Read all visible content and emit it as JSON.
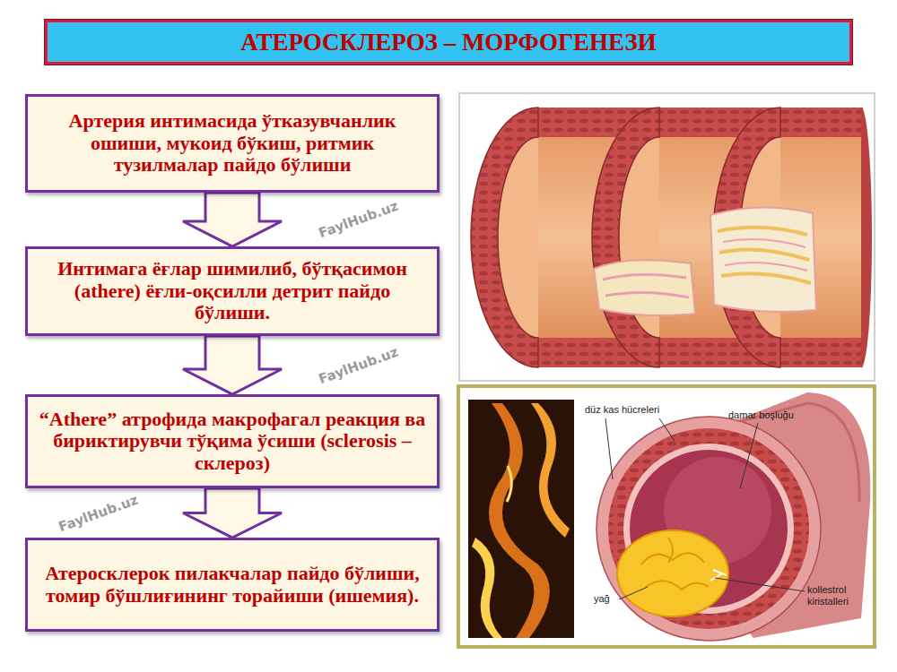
{
  "diagram": {
    "title": "АТЕРОСКЛЕРОЗ – МОРФОГЕНЕЗИ",
    "nodes": [
      {
        "text": [
          "Артерия интимасида ўтказувчанлик ошиши, мукоид бўкиш, ритмик тузилмалар пайдо бўлиши"
        ]
      },
      {
        "text": [
          "Интимага ёғлар шимилиб, бўтқасимон (athere) ёғли-оқсилли детрит пайдо бўлиши."
        ]
      },
      {
        "text": [
          "“Athere” атрофида макрофагал реакция ва бириктирувчи тўқима ўсиши (sclerosis – склероз)"
        ]
      },
      {
        "text": [
          "Атеросклерок пилакчалар пайдо бўлиши, томир бўшлиғининг торайиши (ишемия)."
        ]
      }
    ],
    "edges": [
      {
        "from": 0,
        "to": 1,
        "arrow": "to"
      },
      {
        "from": 1,
        "to": 2,
        "arrow": "to"
      },
      {
        "from": 2,
        "to": 3,
        "arrow": "to"
      }
    ],
    "labels": [
      "düz kas hücreleri",
      "damar boşluğu",
      "yağ",
      "kollestrol kiristalleri",
      "FaylHub.uz",
      "FaylHub.uz",
      "FaylHub.uz"
    ]
  }
}
